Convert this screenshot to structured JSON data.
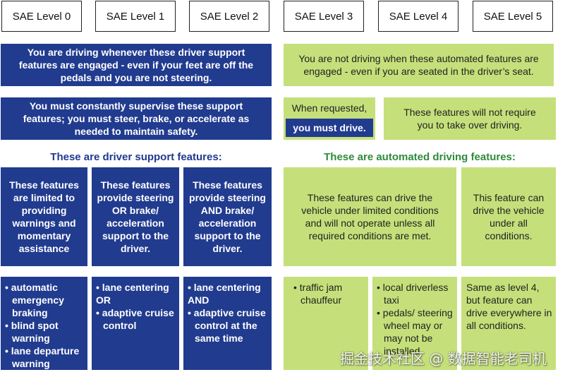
{
  "levels": [
    "SAE Level 0",
    "SAE Level 1",
    "SAE Level 2",
    "SAE Level 3",
    "SAE Level 4",
    "SAE Level 5"
  ],
  "driving_row": {
    "support": "You are driving whenever these driver support features are engaged - even if your feet are off the pedals and you are not steering.",
    "automated": "You are not driving when these automated features are engaged - even if you are seated in the driver’s seat."
  },
  "supervise_row": {
    "support": "You must constantly supervise these support features; you must steer, brake, or accelerate as needed to maintain safety.",
    "level3_top": "When requested,",
    "level3_bottom": "you must drive.",
    "level45": "These features will not require you to take over driving."
  },
  "headings": {
    "support": "These are driver support features:",
    "automated": "These are automated driving features:"
  },
  "feature_desc": {
    "level0": "These features are limited to providing warnings and momentary assistance",
    "level1": "These features provide steering OR brake/ acceleration support to the driver.",
    "level2": "These features provide steering AND brake/ acceleration support to the driver.",
    "level34": "These features can drive the vehicle under limited conditions and will not operate unless all required conditions are met.",
    "level5": "This feature can drive the vehicle under all conditions."
  },
  "examples": {
    "level0": [
      "automatic emergency braking",
      "blind spot warning",
      "lane departure warning"
    ],
    "level1": [
      "lane centering",
      "OR",
      "adaptive cruise control"
    ],
    "level2": [
      "lane centering",
      "AND",
      "adaptive cruise control at the same time"
    ],
    "level3": [
      "traffic jam chauffeur"
    ],
    "level4": [
      "local driverless taxi",
      "pedals/ steering wheel may or may not be installed"
    ],
    "level5": "Same as level 4, but feature can drive everywhere in all conditions."
  },
  "watermark": "掘金技术社区 @ 数据智能老司机",
  "colors": {
    "blue": "#213b8f",
    "green": "#c5e07a",
    "heading_blue": "#1f3a8f",
    "heading_green": "#2e8b3a"
  }
}
